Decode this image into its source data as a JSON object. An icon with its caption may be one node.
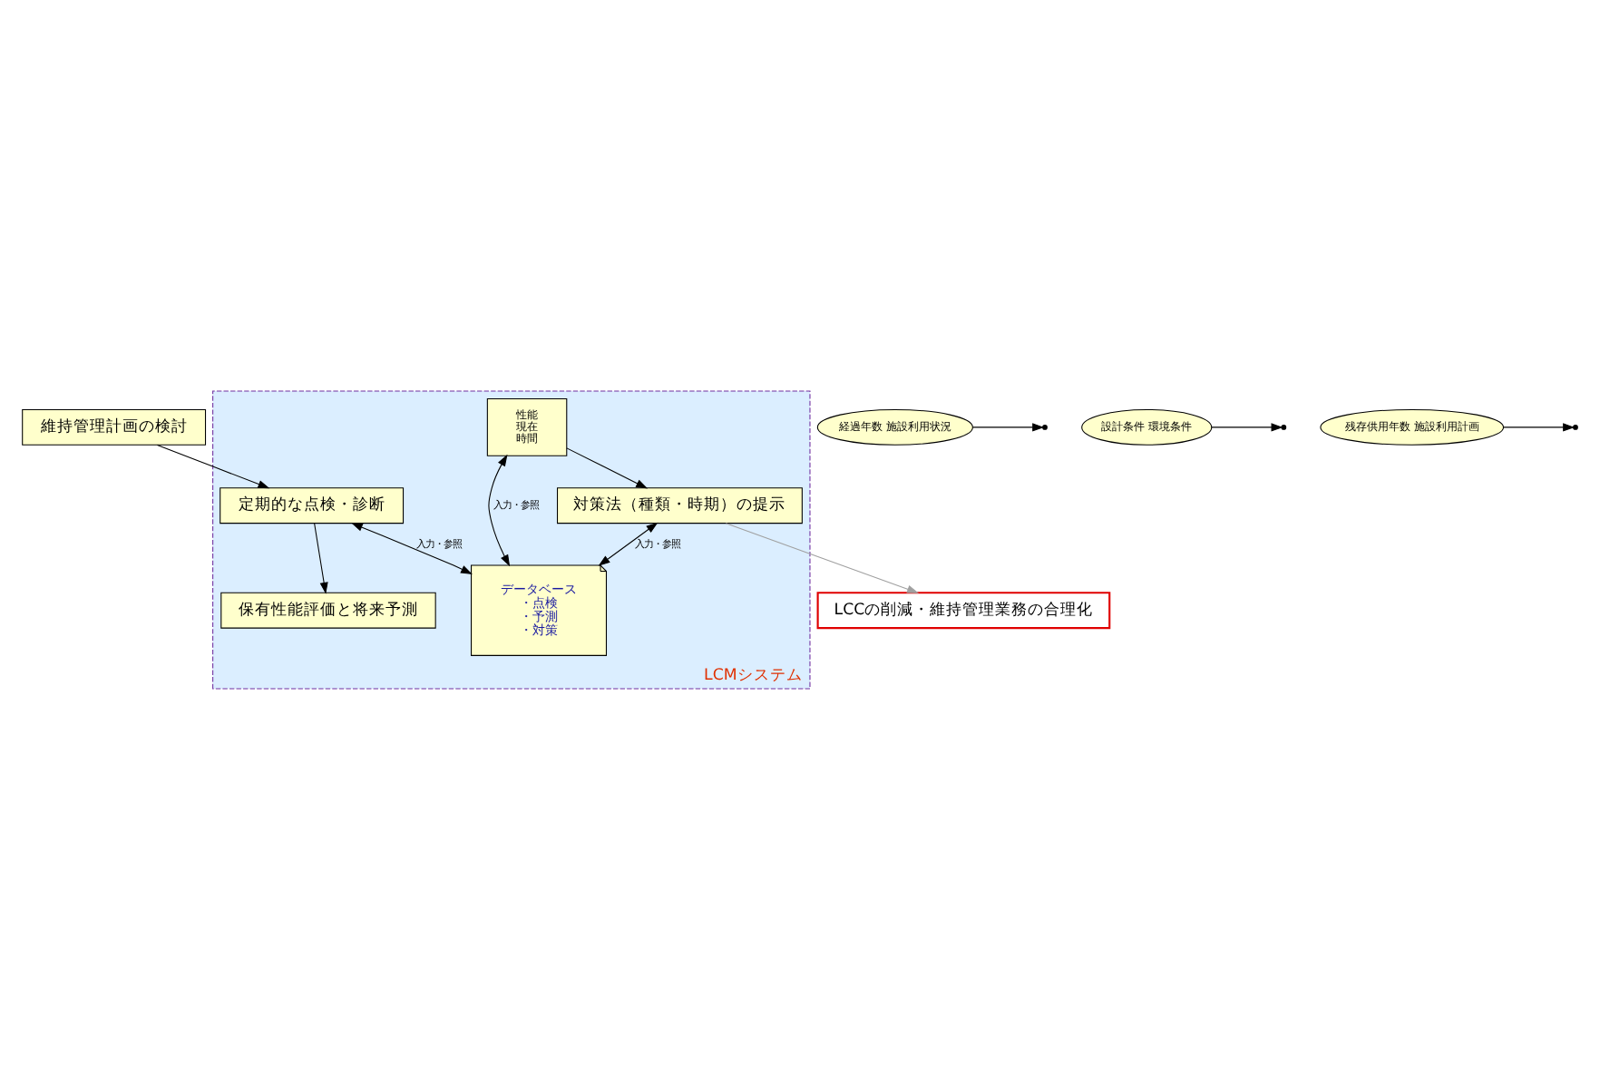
{
  "diagram": {
    "nodes": [
      {
        "text": [
          "維持管理計画の検討"
        ]
      },
      {
        "text": [
          "LCMシステム"
        ]
      },
      {
        "text": [
          "定期的な点検・診断"
        ],
        "in": 1
      },
      {
        "text": [
          "保有性能評価と将来予測"
        ],
        "in": 1
      },
      {
        "text": [
          "性能",
          "現在",
          "時間"
        ],
        "in": 1
      },
      {
        "text": [
          "対策法（種類・時期）の提示"
        ],
        "in": 1
      },
      {
        "text": [
          "データベース",
          "・点検",
          "・予測",
          "・対策"
        ],
        "in": 1
      },
      {
        "text": [
          "LCCの削減・維持管理業務の合理化"
        ]
      },
      {
        "text": [
          "経過年数 施設利用状況"
        ]
      },
      {
        "text": [
          "設計条件 環境条件"
        ]
      },
      {
        "text": [
          "残存供用年数 施設利用計画"
        ]
      }
    ],
    "edges": [
      {
        "from": 0,
        "to": 2,
        "arrow": "to"
      },
      {
        "from": 8,
        "to": null,
        "arrow": "to"
      },
      {
        "from": 2,
        "to": 3,
        "arrow": "to"
      },
      {
        "from": 9,
        "to": null,
        "arrow": "to"
      },
      {
        "from": 4,
        "to": 5,
        "arrow": "to"
      },
      {
        "from": 10,
        "to": null,
        "arrow": "to"
      },
      {
        "from": 5,
        "to": 7,
        "arrow": "to",
        "color": "#a0a0a0"
      },
      {
        "from": 2,
        "to": 6,
        "arrow": "both",
        "label": "入力・参照"
      },
      {
        "from": 4,
        "to": 6,
        "arrow": "both",
        "label": "入力・参照"
      },
      {
        "from": 5,
        "to": 6,
        "arrow": "both",
        "label": "入力・参照"
      }
    ]
  }
}
